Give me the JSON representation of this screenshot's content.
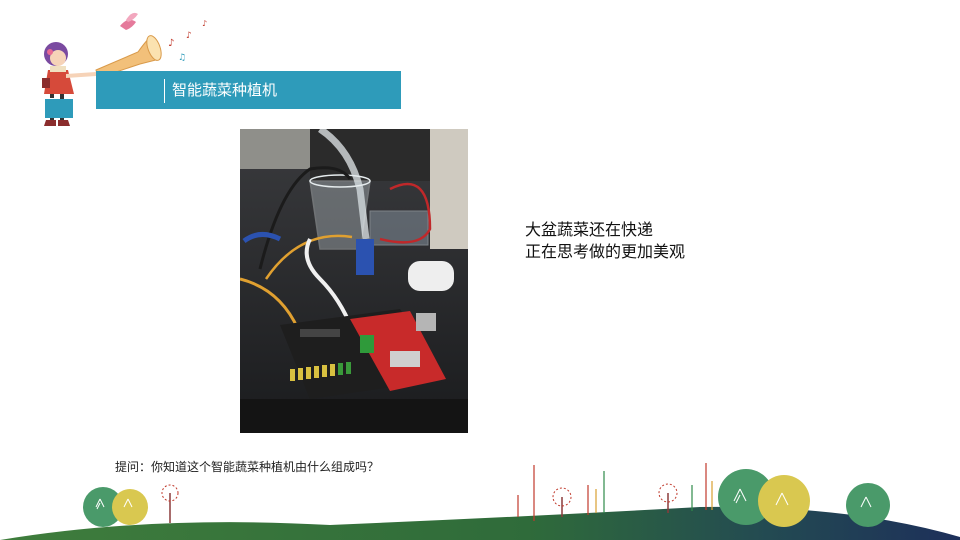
{
  "slide": {
    "title": "智能蔬菜种植机",
    "body_lines": [
      "大盆蔬菜还在快递",
      "正在思考做的更加美观"
    ],
    "question": "提问：你知道这个智能蔬菜种植机由什么组成吗？"
  },
  "photo": {
    "subject": "microcontroller board with wires, water pump and plastic cup"
  },
  "colors": {
    "accent": "#2e9bba",
    "ground_green": "#2f6b3a",
    "ground_navy": "#1d2f5a"
  },
  "icons": {
    "mascot": "girl-with-horn-illustration",
    "trees": "trees-and-bushes-illustration"
  }
}
